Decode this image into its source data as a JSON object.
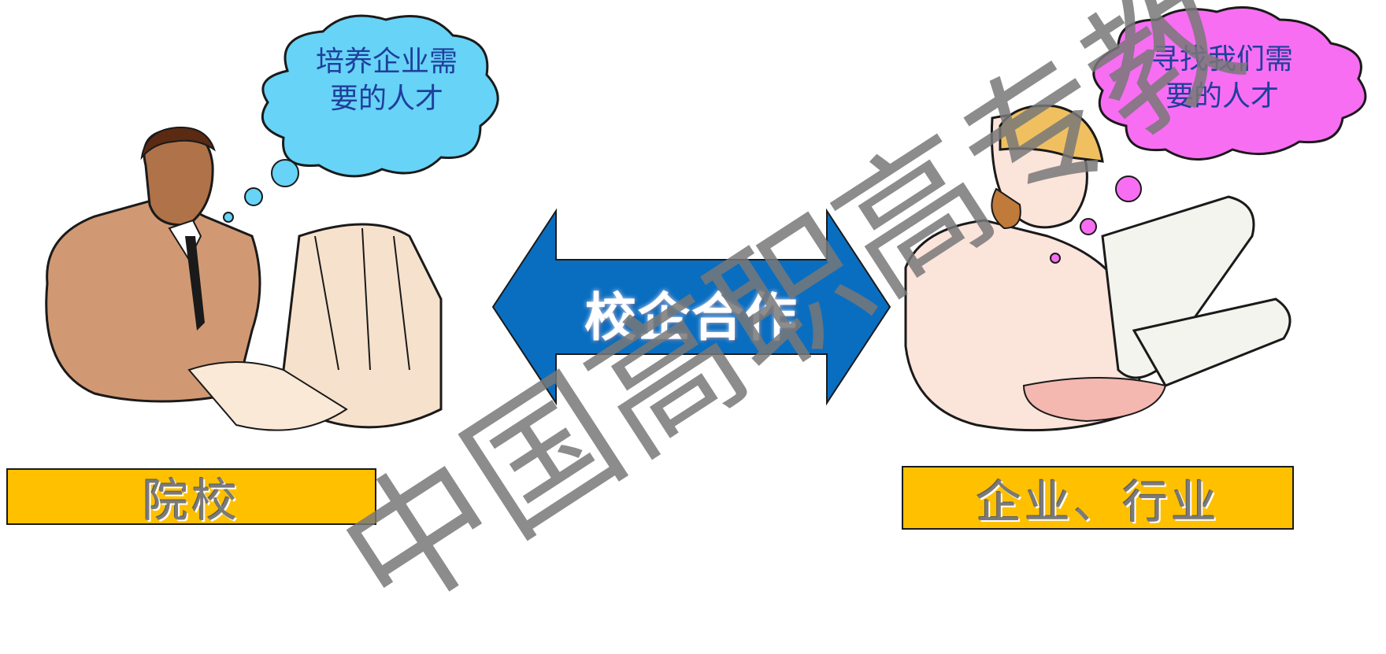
{
  "left_bubble": {
    "text": "培养企业需要的人才",
    "color": "#66d3f7"
  },
  "right_bubble": {
    "text": "寻找我们需要的人才",
    "color": "#f76ef2"
  },
  "arrow": {
    "label": "校企合作",
    "color": "#0a6ec0"
  },
  "left_label": "院校",
  "right_label": "企业、行业",
  "label_color": "#ffc000",
  "watermark": "中国高职高专教"
}
